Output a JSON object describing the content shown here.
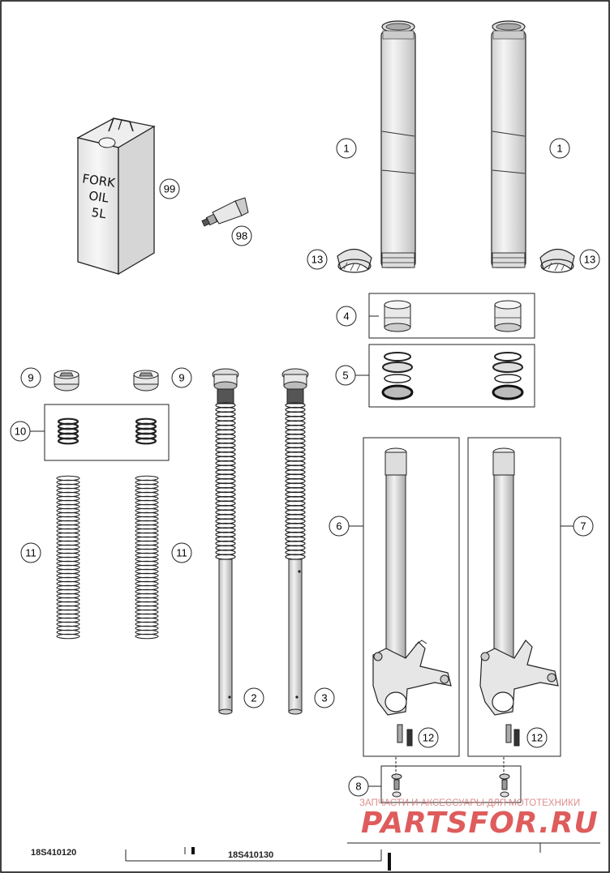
{
  "callouts": {
    "c1a": "1",
    "c1b": "1",
    "c2": "2",
    "c3": "3",
    "c4": "4",
    "c5": "5",
    "c6": "6",
    "c7": "7",
    "c8": "8",
    "c9a": "9",
    "c9b": "9",
    "c10": "10",
    "c11a": "11",
    "c11b": "11",
    "c12a": "12",
    "c12b": "12",
    "c13a": "13",
    "c13b": "13",
    "c98": "98",
    "c99": "99"
  },
  "oil_can": {
    "line1": "FORK",
    "line2": "OIL",
    "line3": "5L"
  },
  "watermark": {
    "tagline": "ЗАПЧАСТИ И АКСЕССУАРЫ ДЛЯ МОТОТЕХНИКИ",
    "logo": "PARTSFOR.RU"
  },
  "footer": {
    "code_left": "18S410120",
    "code_mid": "18S410130"
  }
}
